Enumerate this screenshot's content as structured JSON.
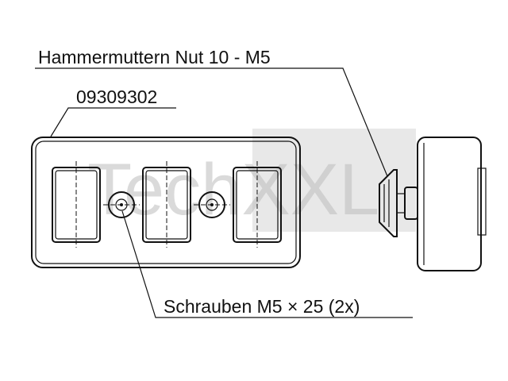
{
  "labels": {
    "t_nut": "Hammermuttern Nut 10 - M5",
    "part_number": "09309302",
    "screws": "Schrauben M5 × 25 (2x)"
  },
  "watermark": {
    "text": "TechXXL"
  },
  "colors": {
    "line": "#111111",
    "watermark_box": "#d9d9d9",
    "watermark_text": "#bdbdbd",
    "background": "#ffffff"
  }
}
